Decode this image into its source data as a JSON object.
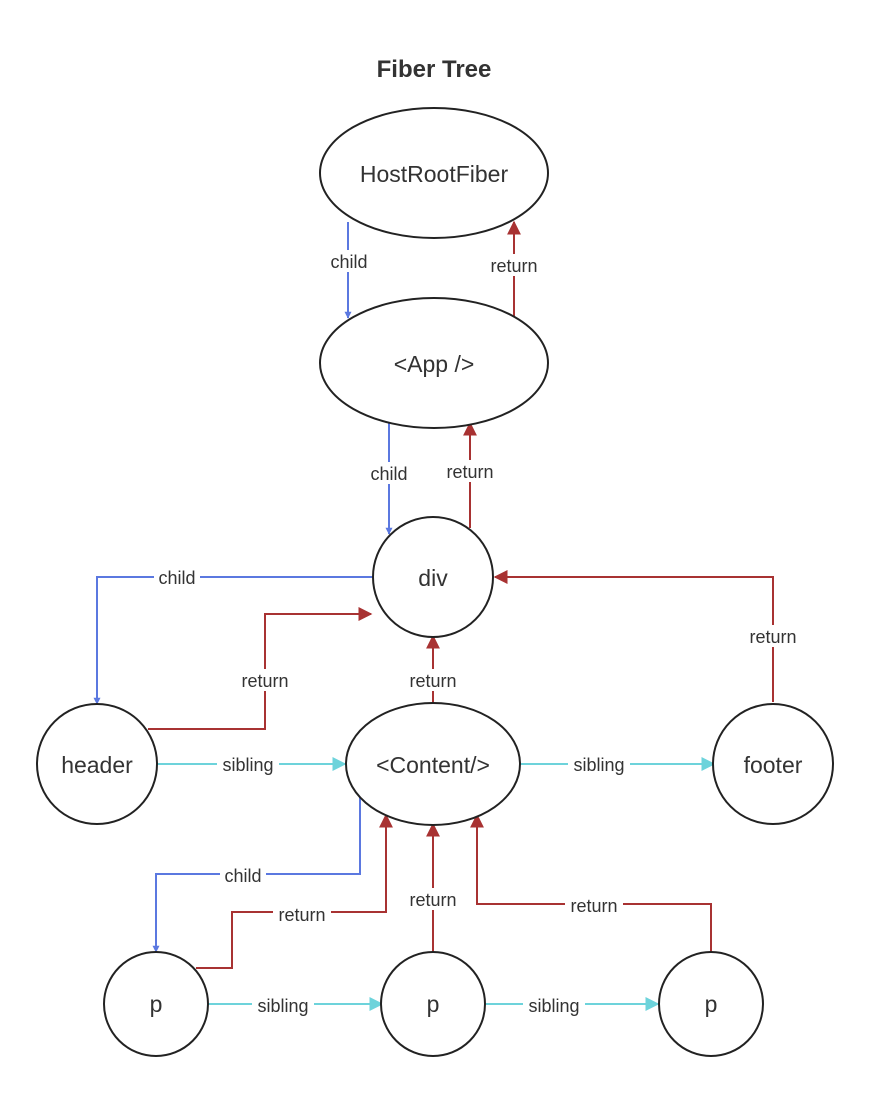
{
  "title": "Fiber Tree",
  "colors": {
    "child": "#5B78E0",
    "return": "#A83232",
    "sibling": "#6DD3DB",
    "node_stroke": "#222222"
  },
  "nodes": {
    "host_root": "HostRootFiber",
    "app": "<App />",
    "div": "div",
    "header": "header",
    "content": "<Content/>",
    "footer": "footer",
    "p1": "p",
    "p2": "p",
    "p3": "p"
  },
  "edges": {
    "root_app_child": "child",
    "app_root_return": "return",
    "app_div_child": "child",
    "div_app_return": "return",
    "div_header_child": "child",
    "header_div_return": "return",
    "content_div_return": "return",
    "footer_div_return": "return",
    "header_content_sibling": "sibling",
    "content_footer_sibling": "sibling",
    "content_p1_child": "child",
    "p1_content_return": "return",
    "p2_content_return": "return",
    "p3_content_return": "return",
    "p1_p2_sibling": "sibling",
    "p2_p3_sibling": "sibling"
  }
}
